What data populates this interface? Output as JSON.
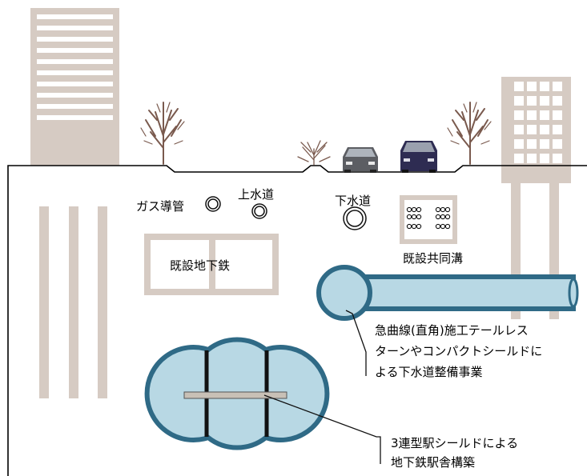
{
  "labels": {
    "gas_pipe": "ガス導管",
    "water_main": "上水道",
    "sewer": "下水道",
    "existing_subway": "既設地下鉄",
    "existing_utility_tunnel": "既設共同溝",
    "sewer_project_line1": "急曲線(直角)施工テールレス",
    "sewer_project_line2": "ターンやコンパクトシールドに",
    "sewer_project_line3": "よる下水道整備事業",
    "station_line1": "3連型駅シールドによる",
    "station_line2": "地下鉄駅舎構築"
  },
  "colors": {
    "tunnel_fill": "#b8d8e4",
    "tunnel_stroke": "#2f6a86",
    "structure": "#d6cbc3",
    "ground_line": "#000000",
    "tree": "#7a5a4e",
    "beam": "#c8c0b6"
  },
  "icons": {
    "car": "car-icon",
    "tree": "tree-icon",
    "shrub": "shrub-icon",
    "building": "building-icon"
  }
}
